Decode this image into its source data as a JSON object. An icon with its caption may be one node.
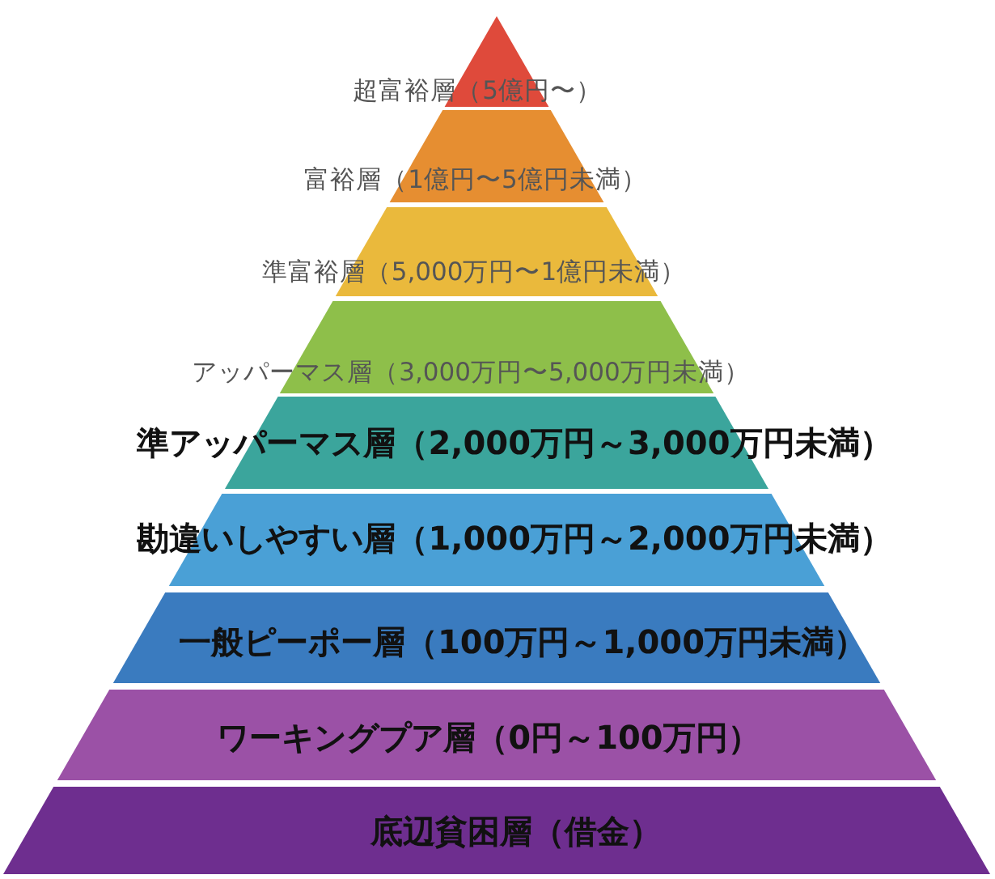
{
  "diagram": {
    "nodes": [
      {
        "text": [
          "超富裕層（5億円〜）"
        ]
      },
      {
        "text": [
          "富裕層（1億円〜5億円未満）"
        ]
      },
      {
        "text": [
          "準富裕層（5,000万円〜1億円未満）"
        ]
      },
      {
        "text": [
          "アッパーマス層（3,000万円〜5,000万円未満）"
        ]
      },
      {
        "text": [
          "準アッパーマス層（2,000万円～3,000万円未満）"
        ]
      },
      {
        "text": [
          "勘違いしやすい層（1,000万円～2,000万円未満）"
        ]
      },
      {
        "text": [
          "一般ピーポー層（100万円～1,000万円未満）"
        ]
      },
      {
        "text": [
          "ワーキングプア層（0円～100万円）"
        ]
      },
      {
        "text": [
          "底辺貧困層（借金）"
        ]
      }
    ]
  }
}
